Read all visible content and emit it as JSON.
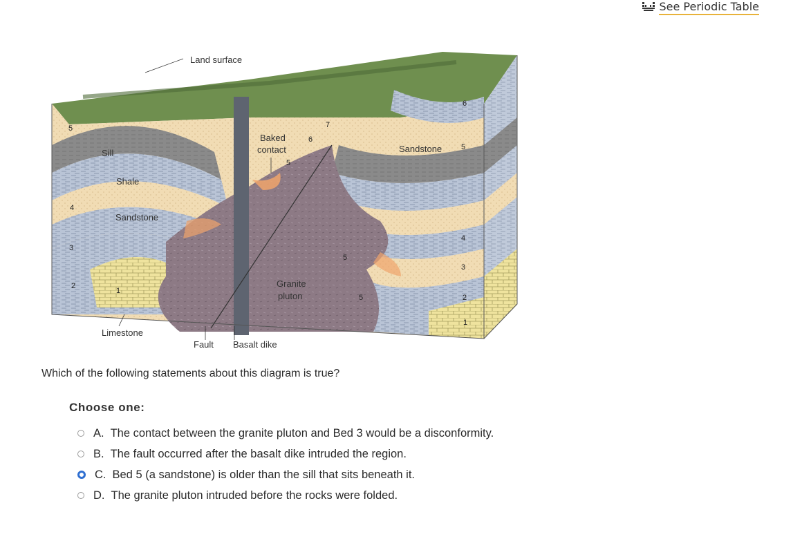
{
  "header": {
    "periodic_table_label": "See Periodic Table",
    "periodic_table_icon": "periodic-table-icon"
  },
  "diagram": {
    "labels": {
      "land_surface": "Land surface",
      "baked_contact": "Baked",
      "baked_contact_2": "contact",
      "sandstone_right": "Sandstone",
      "sill": "Sill",
      "shale": "Shale",
      "sandstone_left": "Sandstone",
      "granite_pluton": "Granite",
      "granite_pluton_2": "pluton",
      "limestone": "Limestone",
      "fault": "Fault",
      "basalt_dike": "Basalt dike"
    },
    "bed_numbers": {
      "left_5": "5",
      "left_4": "4",
      "left_3": "3",
      "left_2": "2",
      "left_1": "1",
      "mid_5": "5",
      "mid_6": "6",
      "mid_7": "7",
      "right_6": "6",
      "right_5": "5",
      "right_4": "4",
      "right_3": "3",
      "right_2": "2",
      "right_1": "1",
      "xeno_5a": "5",
      "xeno_5b": "5"
    },
    "colors": {
      "grass": "#6f8f4f",
      "sandstone": "#f1dcb4",
      "shale": "#8a8a8a",
      "banded": "#b7c2d3",
      "granite": "#8d7a85",
      "baked": "#f0a46b",
      "limestone": "#efe39e"
    }
  },
  "question": {
    "text": "Which of the following statements about this diagram is true?",
    "choose_label": "Choose one:",
    "options": [
      {
        "letter": "A.",
        "text": "The contact between the granite pluton and Bed 3 would be a disconformity.",
        "selected": false
      },
      {
        "letter": "B.",
        "text": "The fault occurred after the basalt dike intruded the region.",
        "selected": false
      },
      {
        "letter": "C.",
        "text": "Bed 5 (a sandstone) is older than the sill that sits beneath it.",
        "selected": true
      },
      {
        "letter": "D.",
        "text": "The granite pluton intruded before the rocks were folded.",
        "selected": false
      }
    ]
  }
}
